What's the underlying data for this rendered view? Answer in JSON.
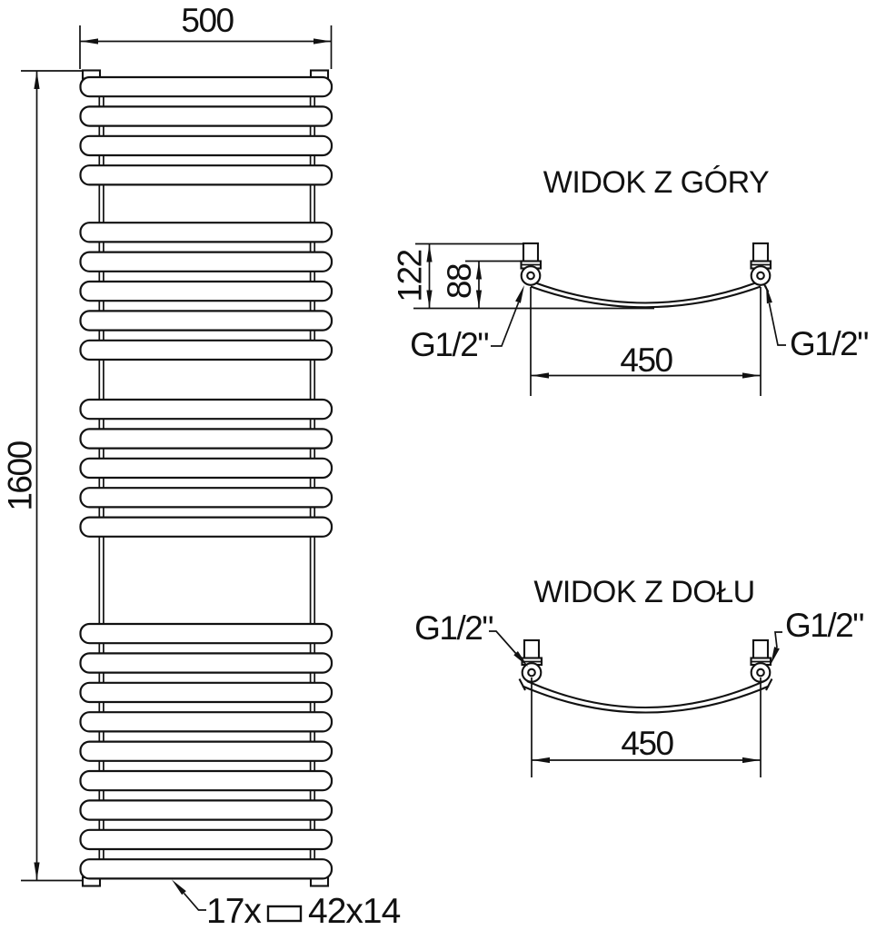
{
  "drawing": {
    "background": "#ffffff",
    "line_color": "#111111"
  },
  "front_view": {
    "width_dim": "500",
    "height_dim": "1600",
    "tube_count_label": "17x",
    "tube_profile_label": "42x14",
    "bar_groups": [
      4,
      5,
      5,
      9
    ]
  },
  "top_view": {
    "title": "WIDOK Z GÓRY",
    "depth_dim": "122",
    "axis_depth_dim": "88",
    "connection_spacing_dim": "450",
    "left_connection_label": "G1/2\"",
    "right_connection_label": "G1/2\""
  },
  "bottom_view": {
    "title": "WIDOK Z DOŁU",
    "connection_spacing_dim": "450",
    "left_connection_label": "G1/2\"",
    "right_connection_label": "G1/2\""
  }
}
